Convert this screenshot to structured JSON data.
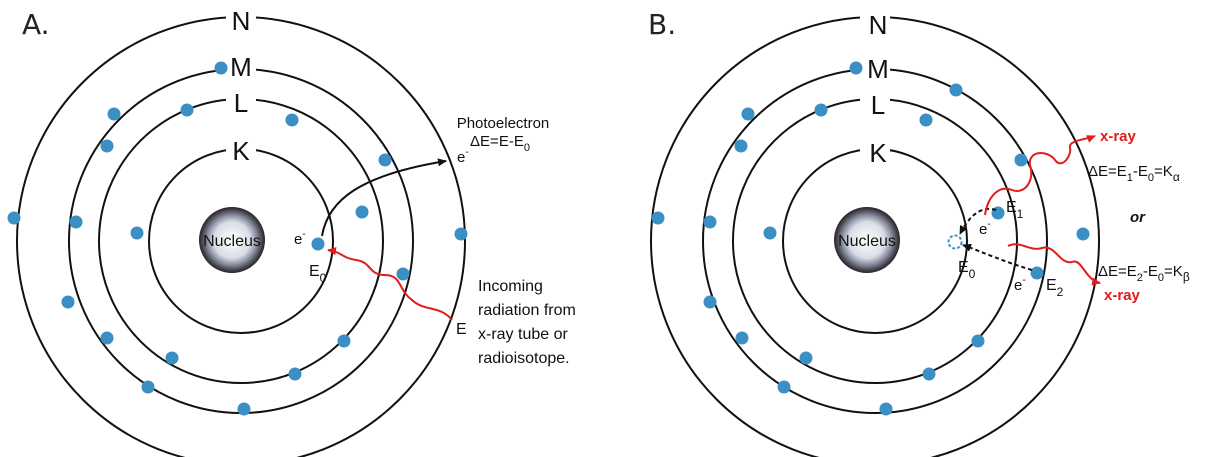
{
  "colors": {
    "electron": "#3a8fc4",
    "orbit": "#111111",
    "radiation": "#e21b1b",
    "arrow": "#111111"
  },
  "panel_a": {
    "label": "A.",
    "shells": [
      "K",
      "L",
      "M",
      "N"
    ],
    "nucleus": "Nucleus",
    "electron_symbol": "e",
    "electron_sup": "-",
    "energy_level": "E",
    "energy_sub": "0",
    "photoelectron": "Photoelectron",
    "delta_e": "ΔE=E-E",
    "delta_e_sub": "0",
    "ejected_e": "e",
    "ejected_sup": "-",
    "incoming_e": "E",
    "incoming_lines": [
      "Incoming",
      "radiation from",
      "x-ray tube or",
      "radioisotope."
    ]
  },
  "panel_b": {
    "label": "B.",
    "shells": [
      "K",
      "L",
      "M",
      "N"
    ],
    "nucleus": "Nucleus",
    "e0": "E",
    "e0_sub": "0",
    "e1": "E",
    "e1_sub": "1",
    "e2": "E",
    "e2_sub": "2",
    "electron_symbol": "e",
    "electron_sup": "-",
    "xray_1": "x-ray",
    "xray_2": "x-ray",
    "or": "or",
    "eq_alpha": {
      "pre": "ΔE=E",
      "s1": "1",
      "mid": "-E",
      "s0": "0",
      "post": "=K",
      "sk": "α"
    },
    "eq_beta": {
      "pre": "ΔE=E",
      "s2": "2",
      "mid": "-E",
      "s0": "0",
      "post": "=K",
      "sk": "β"
    }
  }
}
